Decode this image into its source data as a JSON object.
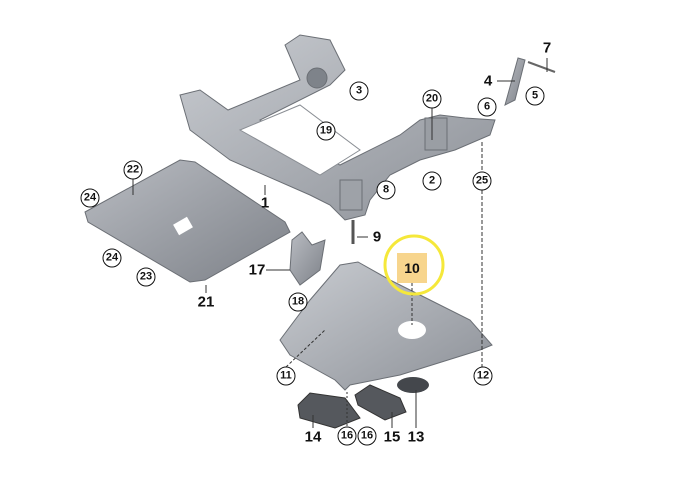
{
  "diagram": {
    "highlight_color": "#f5e83a",
    "highlighted_part": "10",
    "callouts": [
      {
        "id": "c7",
        "text": "7",
        "style": "plain"
      },
      {
        "id": "c4",
        "text": "4",
        "style": "plain"
      },
      {
        "id": "c5",
        "text": "5",
        "style": "circle"
      },
      {
        "id": "c3",
        "text": "3",
        "style": "circle"
      },
      {
        "id": "c20",
        "text": "20",
        "style": "circle"
      },
      {
        "id": "c6",
        "text": "6",
        "style": "circle"
      },
      {
        "id": "c19",
        "text": "19",
        "style": "circle"
      },
      {
        "id": "c22",
        "text": "22",
        "style": "circle"
      },
      {
        "id": "c2",
        "text": "2",
        "style": "circle"
      },
      {
        "id": "c25",
        "text": "25",
        "style": "circle"
      },
      {
        "id": "c8",
        "text": "8",
        "style": "circle"
      },
      {
        "id": "c24a",
        "text": "24",
        "style": "circle"
      },
      {
        "id": "c1",
        "text": "1",
        "style": "plain"
      },
      {
        "id": "c9",
        "text": "9",
        "style": "plain"
      },
      {
        "id": "c24b",
        "text": "24",
        "style": "circle"
      },
      {
        "id": "c23",
        "text": "23",
        "style": "circle"
      },
      {
        "id": "c17",
        "text": "17",
        "style": "plain"
      },
      {
        "id": "c10",
        "text": "10",
        "style": "highlight"
      },
      {
        "id": "c18",
        "text": "18",
        "style": "circle"
      },
      {
        "id": "c21",
        "text": "21",
        "style": "plain"
      },
      {
        "id": "c11",
        "text": "11",
        "style": "circle"
      },
      {
        "id": "c12",
        "text": "12",
        "style": "circle"
      },
      {
        "id": "c14",
        "text": "14",
        "style": "plain"
      },
      {
        "id": "c16a",
        "text": "16",
        "style": "circle"
      },
      {
        "id": "c16b",
        "text": "16",
        "style": "circle"
      },
      {
        "id": "c15",
        "text": "15",
        "style": "plain"
      },
      {
        "id": "c13",
        "text": "13",
        "style": "plain"
      }
    ]
  }
}
